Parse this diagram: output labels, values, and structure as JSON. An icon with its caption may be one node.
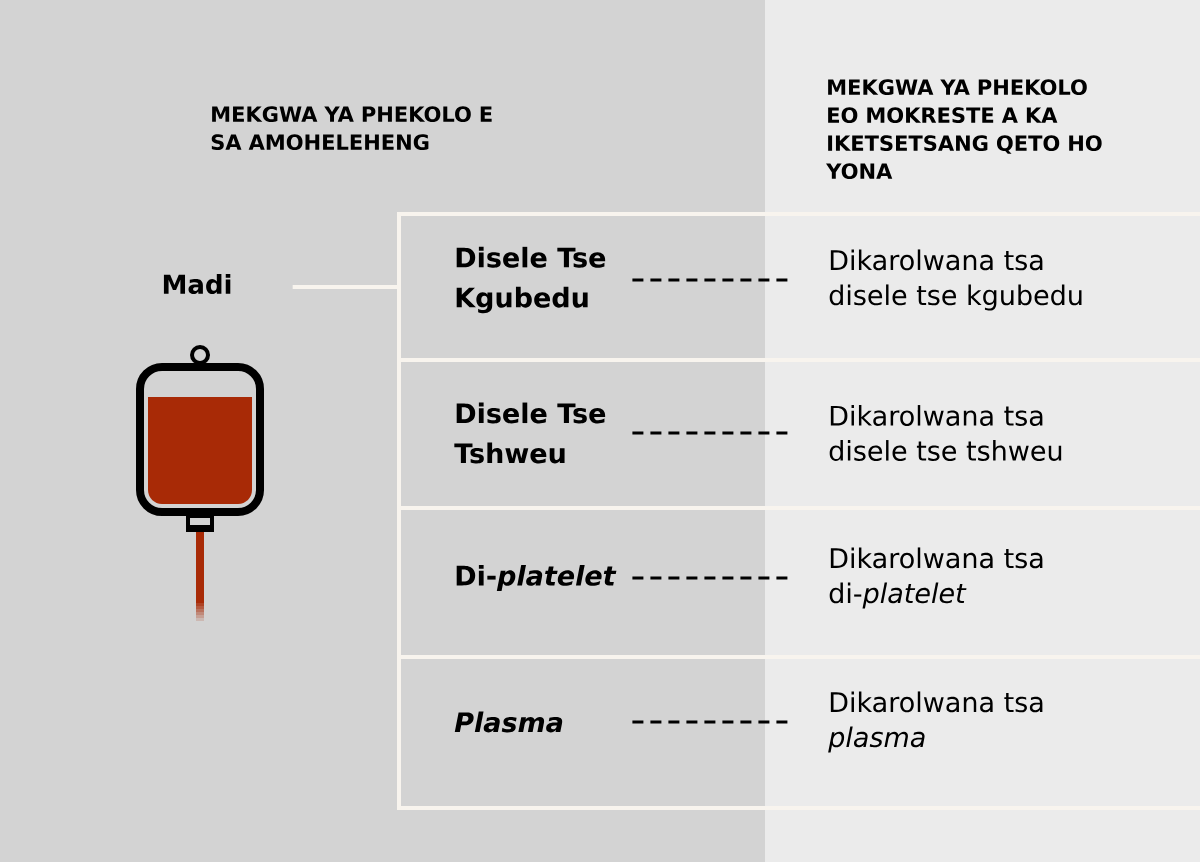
{
  "diagram": {
    "nodes": [
      {
        "text": [
          "Madi"
        ]
      },
      {
        "text": [],
        "shape": "box"
      },
      {
        "text": [
          "Disele Tse Kgubedu"
        ],
        "in": 1
      },
      {
        "text": [
          "Dikarolwana tsa disele tse kgubedu"
        ],
        "in": 1
      },
      {
        "text": [
          "Disele Tse Tshweu"
        ],
        "in": 1
      },
      {
        "text": [
          "Dikarolwana tsa disele tse tshweu"
        ],
        "in": 1
      },
      {
        "text": [
          "Di-*platelet*"
        ],
        "in": 1
      },
      {
        "text": [
          "Dikarolwana tsa di-*platelet*"
        ],
        "in": 1
      },
      {
        "text": [
          "*Plasma*"
        ],
        "in": 1
      },
      {
        "text": [
          "Dikarolwana tsa *plasma*"
        ],
        "in": 1
      }
    ],
    "edges": [
      {
        "from": 0,
        "to": 1,
        "arrow": "none",
        "color": "#f8f4ee"
      },
      {
        "from": 2,
        "to": 3,
        "arrow": "none",
        "style": "dashed"
      },
      {
        "from": 4,
        "to": 5,
        "arrow": "none",
        "style": "dashed"
      },
      {
        "from": 6,
        "to": 7,
        "arrow": "none",
        "style": "dashed"
      },
      {
        "from": 8,
        "to": 9,
        "arrow": "none",
        "style": "dashed"
      }
    ],
    "labels": [
      "MEKGWA YA PHEKOLO E SA AMOHELEHENG",
      "MEKGWA YA PHEKOLO EO MOKRESTE A KA IKETSETSANG QETO HO YONA"
    ]
  }
}
